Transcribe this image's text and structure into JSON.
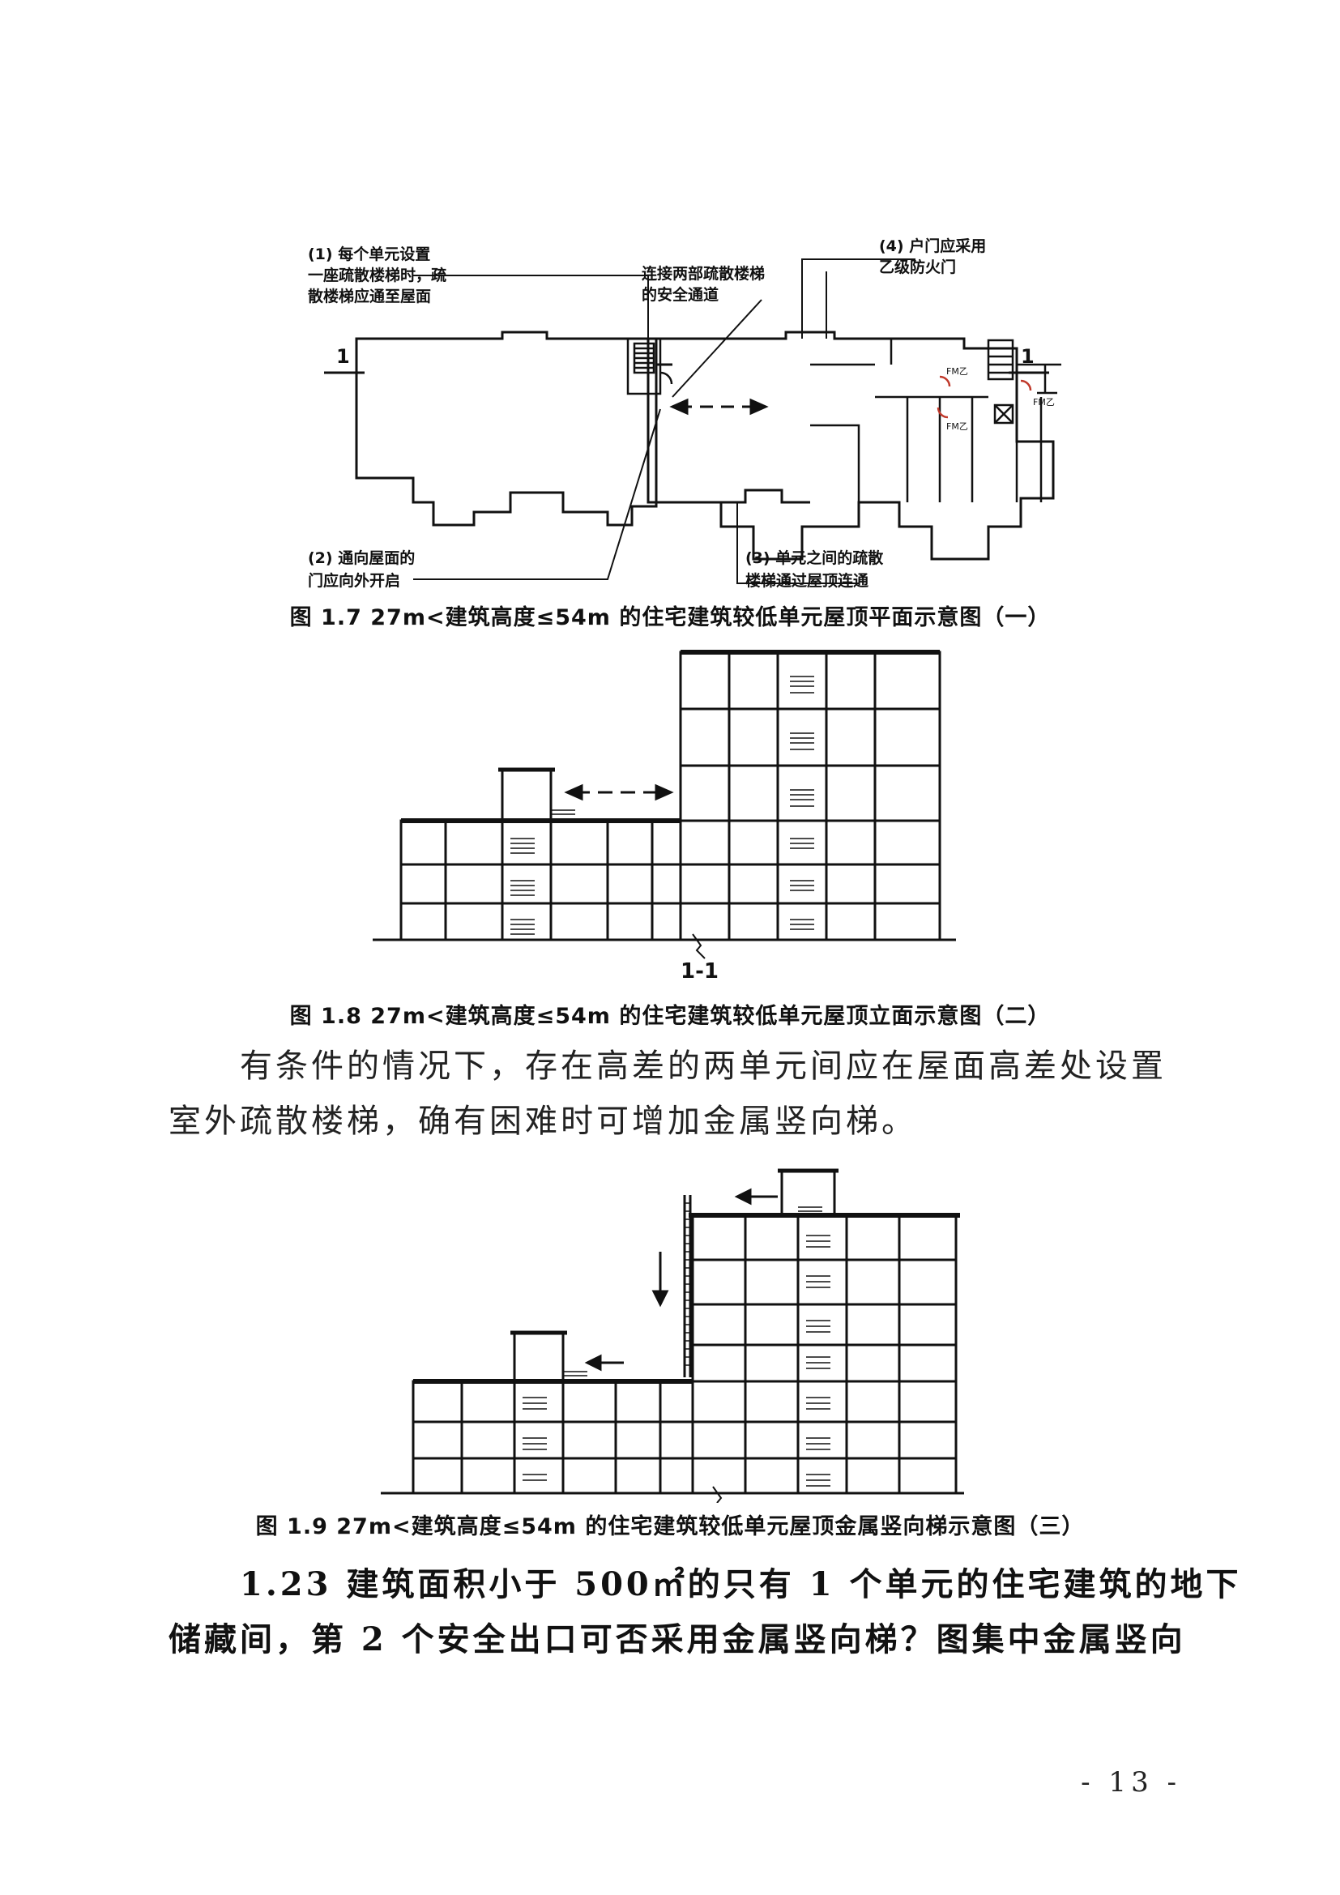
{
  "figure_1_7": {
    "section_mark_left": "1",
    "section_mark_right": "1",
    "note1": [
      "(1) 每个单元设置",
      "一座疏散楼梯时，疏",
      "散楼梯应通至屋面"
    ],
    "note_passage": [
      "连接两部疏散楼梯",
      "的安全通道"
    ],
    "note4": [
      "(4) 户门应采用",
      "乙级防火门"
    ],
    "note2": [
      "(2) 通向屋面的",
      "门应向外开启"
    ],
    "note3": [
      "(3) 单元之间的疏散",
      "楼梯通过屋顶连通"
    ],
    "door_labels": [
      "FM乙",
      "FM乙",
      "FM乙"
    ],
    "caption": "图 1.7 27m<建筑高度≤54m 的住宅建筑较低单元屋顶平面示意图（一）"
  },
  "figure_1_8": {
    "section_label": "1-1",
    "caption": "图 1.8 27m<建筑高度≤54m 的住宅建筑较低单元屋顶立面示意图（二）"
  },
  "paragraph_1": {
    "lines": [
      "有条件的情况下，存在高差的两单元间应在屋面高差处设置",
      "室外疏散楼梯，确有困难时可增加金属竖向梯。"
    ]
  },
  "figure_1_9": {
    "caption": "图 1.9 27m<建筑高度≤54m 的住宅建筑较低单元屋顶金属竖向梯示意图（三）"
  },
  "paragraph_2": {
    "lines": [
      "1.23 建筑面积小于 500㎡的只有 1 个单元的住宅建筑的地下",
      "储藏间，第 2 个安全出口可否采用金属竖向梯？图集中金属竖向"
    ]
  },
  "page_number": "- 13 -"
}
